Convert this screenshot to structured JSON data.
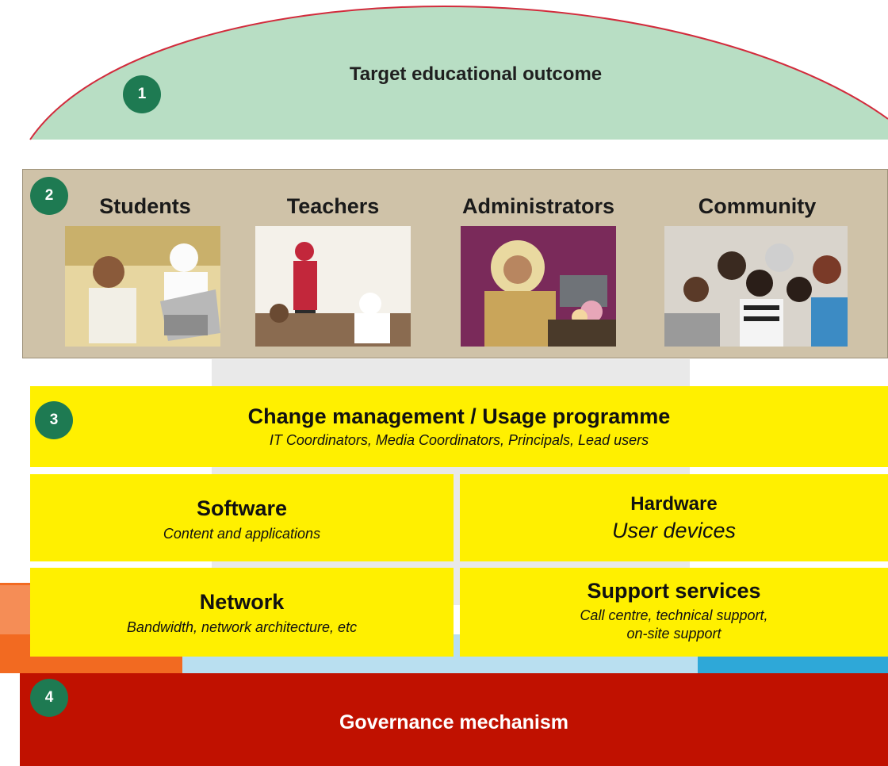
{
  "outcome": {
    "number": "1",
    "title": "Target educational outcome"
  },
  "users": {
    "number": "2",
    "groups": [
      {
        "label": "Students"
      },
      {
        "label": "Teachers"
      },
      {
        "label": "Administrators"
      },
      {
        "label": "Community"
      }
    ]
  },
  "change_mgmt": {
    "number": "3",
    "title": "Change management / Usage programme",
    "subtitle": "IT Coordinators, Media Coordinators, Principals, Lead users"
  },
  "software": {
    "title": "Software",
    "subtitle": "Content and applications"
  },
  "hardware": {
    "title": "Hardware",
    "subtitle": "User devices"
  },
  "network": {
    "title": "Network",
    "subtitle": "Bandwidth, network architecture, etc"
  },
  "support": {
    "title": "Support services",
    "subtitle_line1": "Call centre, technical support,",
    "subtitle_line2": "on-site support"
  },
  "governance": {
    "number": "4",
    "title": "Governance mechanism"
  },
  "colors": {
    "dome": "#b8dec4",
    "dome_outline": "#d22b3c",
    "badge": "#1e7a52",
    "users_panel": "#cfc2a8",
    "block": "#fff000",
    "governance": "#c01100",
    "orange_bg": "#f26a21",
    "blue_bg": "#2ea8d8"
  }
}
